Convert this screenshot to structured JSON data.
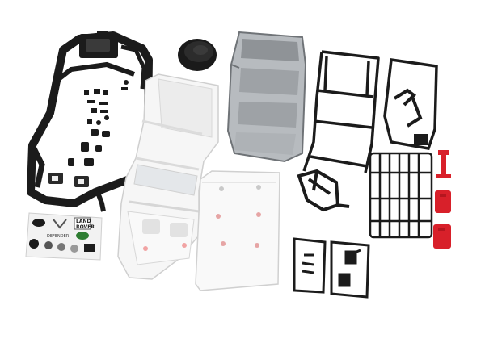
{
  "decal": {
    "lines": [
      "LAND",
      "ROVER",
      "DEFENDER"
    ]
  },
  "colors": {
    "background": "#ffffff",
    "black_plastic": "#1b1b1b",
    "white_body": "#f6f6f6",
    "smoke_grey": "#8e9296",
    "red_accessory": "#d8202a"
  }
}
